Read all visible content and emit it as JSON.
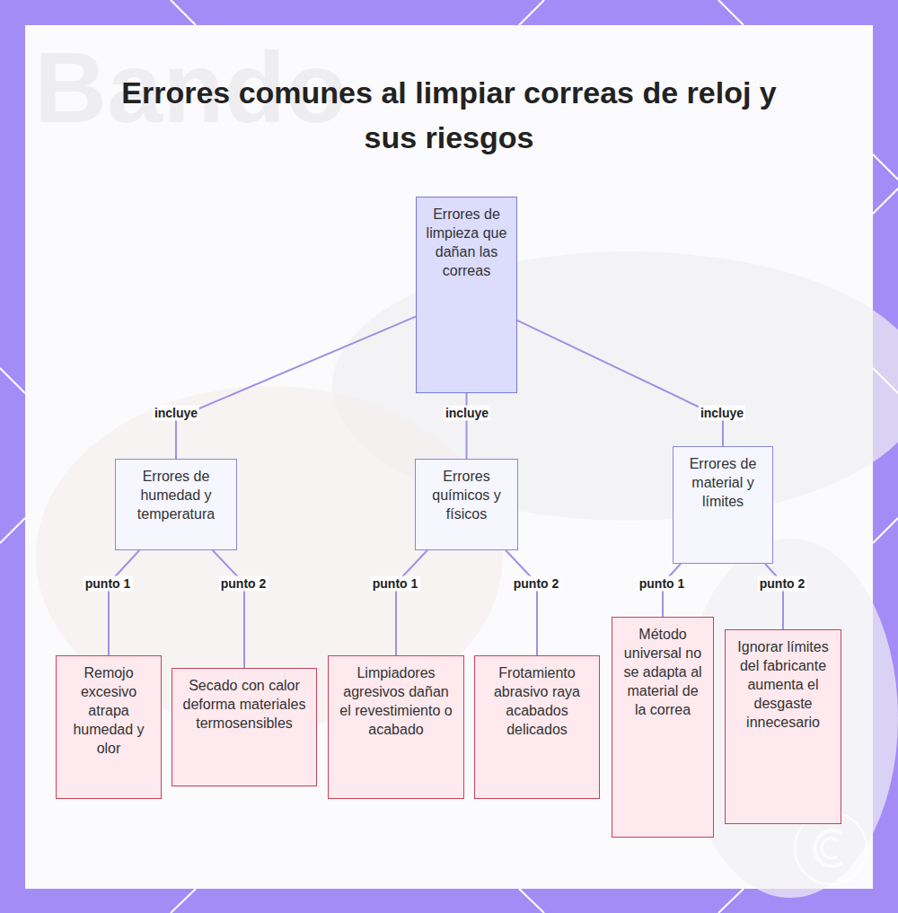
{
  "diagram": {
    "title": "Errores comunes al limpiar correas de reloj y sus riesgos",
    "nodes": [
      {
        "text": [
          "Errores de limpieza que dañan las correas"
        ]
      },
      {
        "text": [
          "Errores de humedad y temperatura"
        ]
      },
      {
        "text": [
          "Errores químicos y físicos"
        ]
      },
      {
        "text": [
          "Errores de material y límites"
        ]
      },
      {
        "text": [
          "Remojo excesivo atrapa humedad y olor"
        ]
      },
      {
        "text": [
          "Secado con calor deforma materiales termosensibles"
        ]
      },
      {
        "text": [
          "Limpiadores agresivos dañan el revestimiento o acabado"
        ]
      },
      {
        "text": [
          "Frotamiento abrasivo raya acabados delicados"
        ]
      },
      {
        "text": [
          "Método universal no se adapta al material de la correa"
        ]
      },
      {
        "text": [
          "Ignorar límites del fabricante aumenta el desgaste innecesario"
        ]
      }
    ],
    "edges": [
      {
        "from": 0,
        "to": 1,
        "label": "incluye",
        "arrow": "none"
      },
      {
        "from": 0,
        "to": 2,
        "label": "incluye",
        "arrow": "none"
      },
      {
        "from": 0,
        "to": 3,
        "label": "incluye",
        "arrow": "none"
      },
      {
        "from": 1,
        "to": 4,
        "label": "punto 1",
        "arrow": "none"
      },
      {
        "from": 1,
        "to": 5,
        "label": "punto 2",
        "arrow": "none"
      },
      {
        "from": 2,
        "to": 6,
        "label": "punto 1",
        "arrow": "none"
      },
      {
        "from": 2,
        "to": 7,
        "label": "punto 2",
        "arrow": "none"
      },
      {
        "from": 3,
        "to": 8,
        "label": "punto 1",
        "arrow": "none"
      },
      {
        "from": 3,
        "to": 9,
        "label": "punto 2",
        "arrow": "none"
      }
    ],
    "labels": [
      "Bando"
    ]
  }
}
